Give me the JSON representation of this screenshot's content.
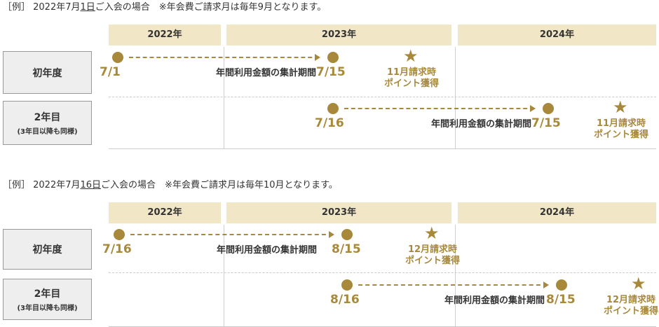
{
  "colors": {
    "accent": "#a8893b",
    "year_bg": "#f1e6c5",
    "label_bg": "#eeeeee"
  },
  "examples": [
    {
      "intro_prefix": "［例］ 2022年7月",
      "intro_day": "1日",
      "intro_suffix": "ご入会の場合　※年会費ご請求月は毎年9月となります。",
      "years": [
        "2022年",
        "2023年",
        "2024年"
      ],
      "rows": [
        {
          "label": "初年度",
          "sublabel": "",
          "start": "7/1",
          "end": "7/15",
          "period": "年間利用金額の集計期間",
          "point_line1": "11月請求時",
          "point_line2": "ポイント獲得"
        },
        {
          "label": "2年目",
          "sublabel": "(3年目以降も同様)",
          "start": "7/16",
          "end": "7/15",
          "period": "年間利用金額の集計期間",
          "point_line1": "11月請求時",
          "point_line2": "ポイント獲得"
        }
      ]
    },
    {
      "intro_prefix": "［例］ 2022年7月",
      "intro_day": "16日",
      "intro_suffix": "ご入会の場合　※年会費ご請求月は毎年10月となります。",
      "years": [
        "2022年",
        "2023年",
        "2024年"
      ],
      "rows": [
        {
          "label": "初年度",
          "sublabel": "",
          "start": "7/16",
          "end": "8/15",
          "period": "年間利用金額の集計期間",
          "point_line1": "12月請求時",
          "point_line2": "ポイント獲得"
        },
        {
          "label": "2年目",
          "sublabel": "(3年目以降も同様)",
          "start": "8/16",
          "end": "8/15",
          "period": "年間利用金額の集計期間",
          "point_line1": "12月請求時",
          "point_line2": "ポイント獲得"
        }
      ]
    }
  ]
}
